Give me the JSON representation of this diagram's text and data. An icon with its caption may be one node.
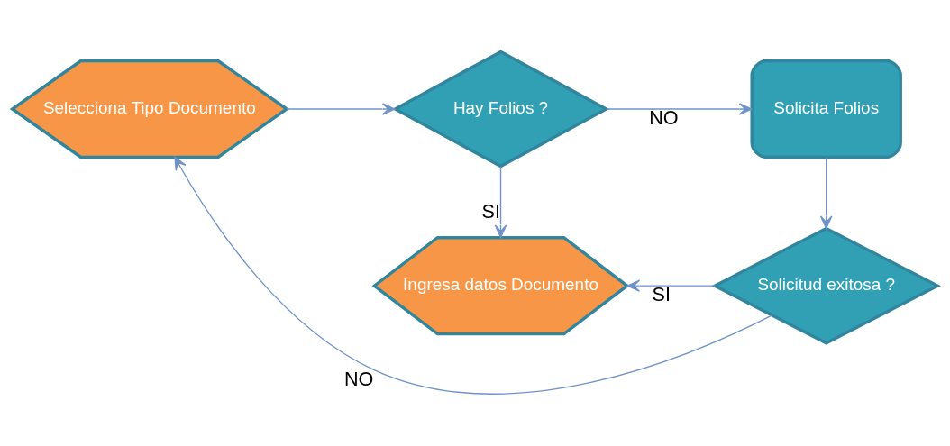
{
  "diagram": {
    "nodes": [
      {
        "text": [
          "Selecciona Tipo Documento"
        ]
      },
      {
        "text": [
          "Hay Folios ?"
        ]
      },
      {
        "text": [
          "Solicita Folios"
        ]
      },
      {
        "text": [
          "Ingresa datos Documento"
        ]
      },
      {
        "text": [
          "Solicitud exitosa ?"
        ]
      }
    ],
    "edges": [
      {
        "from": 0,
        "to": 1,
        "arrow": "to"
      },
      {
        "from": 1,
        "to": 2,
        "arrow": "to",
        "label": "NO"
      },
      {
        "from": 1,
        "to": 3,
        "arrow": "to",
        "label": "SI"
      },
      {
        "from": 2,
        "to": 4,
        "arrow": "to"
      },
      {
        "from": 4,
        "to": 3,
        "arrow": "to",
        "label": "SI"
      },
      {
        "from": 4,
        "to": 0,
        "arrow": "to",
        "label": "NO"
      }
    ]
  }
}
